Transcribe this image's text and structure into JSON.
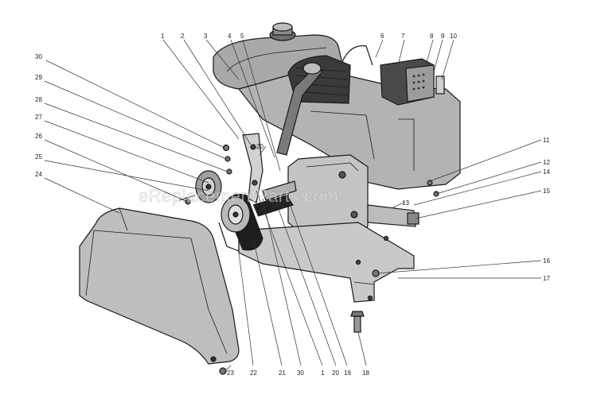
{
  "watermark": "eReplacementParts.com",
  "callouts": {
    "n1": "1",
    "n2": "2",
    "n3": "3",
    "n4": "4",
    "n5": "5",
    "n6": "6",
    "n7": "7",
    "n8": "8",
    "n9": "9",
    "n10": "10",
    "n11": "11",
    "n12": "12",
    "n13": "13",
    "n14": "14",
    "n15": "15",
    "n16": "16",
    "n17": "17",
    "n18": "18",
    "n19": "19",
    "n20": "20",
    "n21": "21",
    "n22": "22",
    "n23": "23",
    "n24": "24",
    "n25": "25",
    "n26": "26",
    "n27": "27",
    "n28": "28",
    "n29": "29",
    "n30": "30"
  }
}
